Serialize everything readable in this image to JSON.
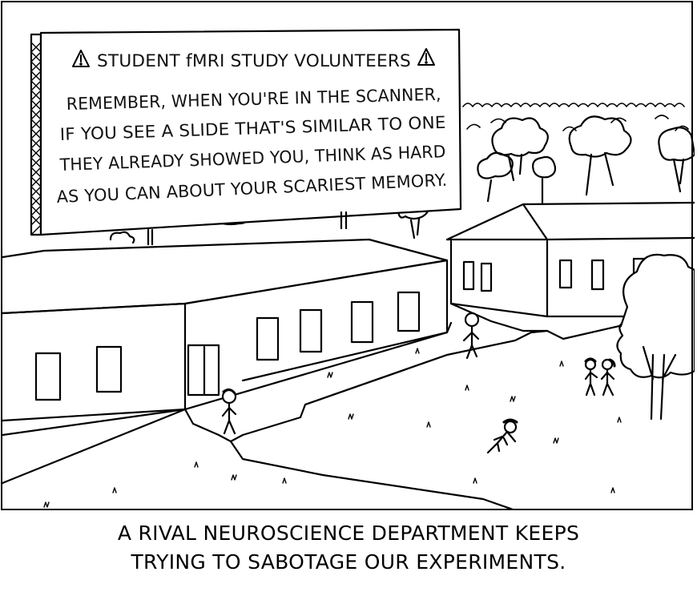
{
  "billboard": {
    "heading": "STUDENT fMRI STUDY VOLUNTEERS",
    "warning_icon": "warning-triangle-icon",
    "lines": [
      "REMEMBER, WHEN YOU'RE IN THE SCANNER,",
      "IF YOU SEE A SLIDE THAT'S SIMILAR TO ONE",
      "THEY ALREADY SHOWED YOU, THINK AS HARD",
      "AS YOU CAN ABOUT YOUR SCARIEST MEMORY."
    ]
  },
  "caption": {
    "line1": "A RIVAL NEUROSCIENCE DEPARTMENT KEEPS",
    "line2": "TRYING TO SABOTAGE OUR EXPERIMENTS."
  }
}
